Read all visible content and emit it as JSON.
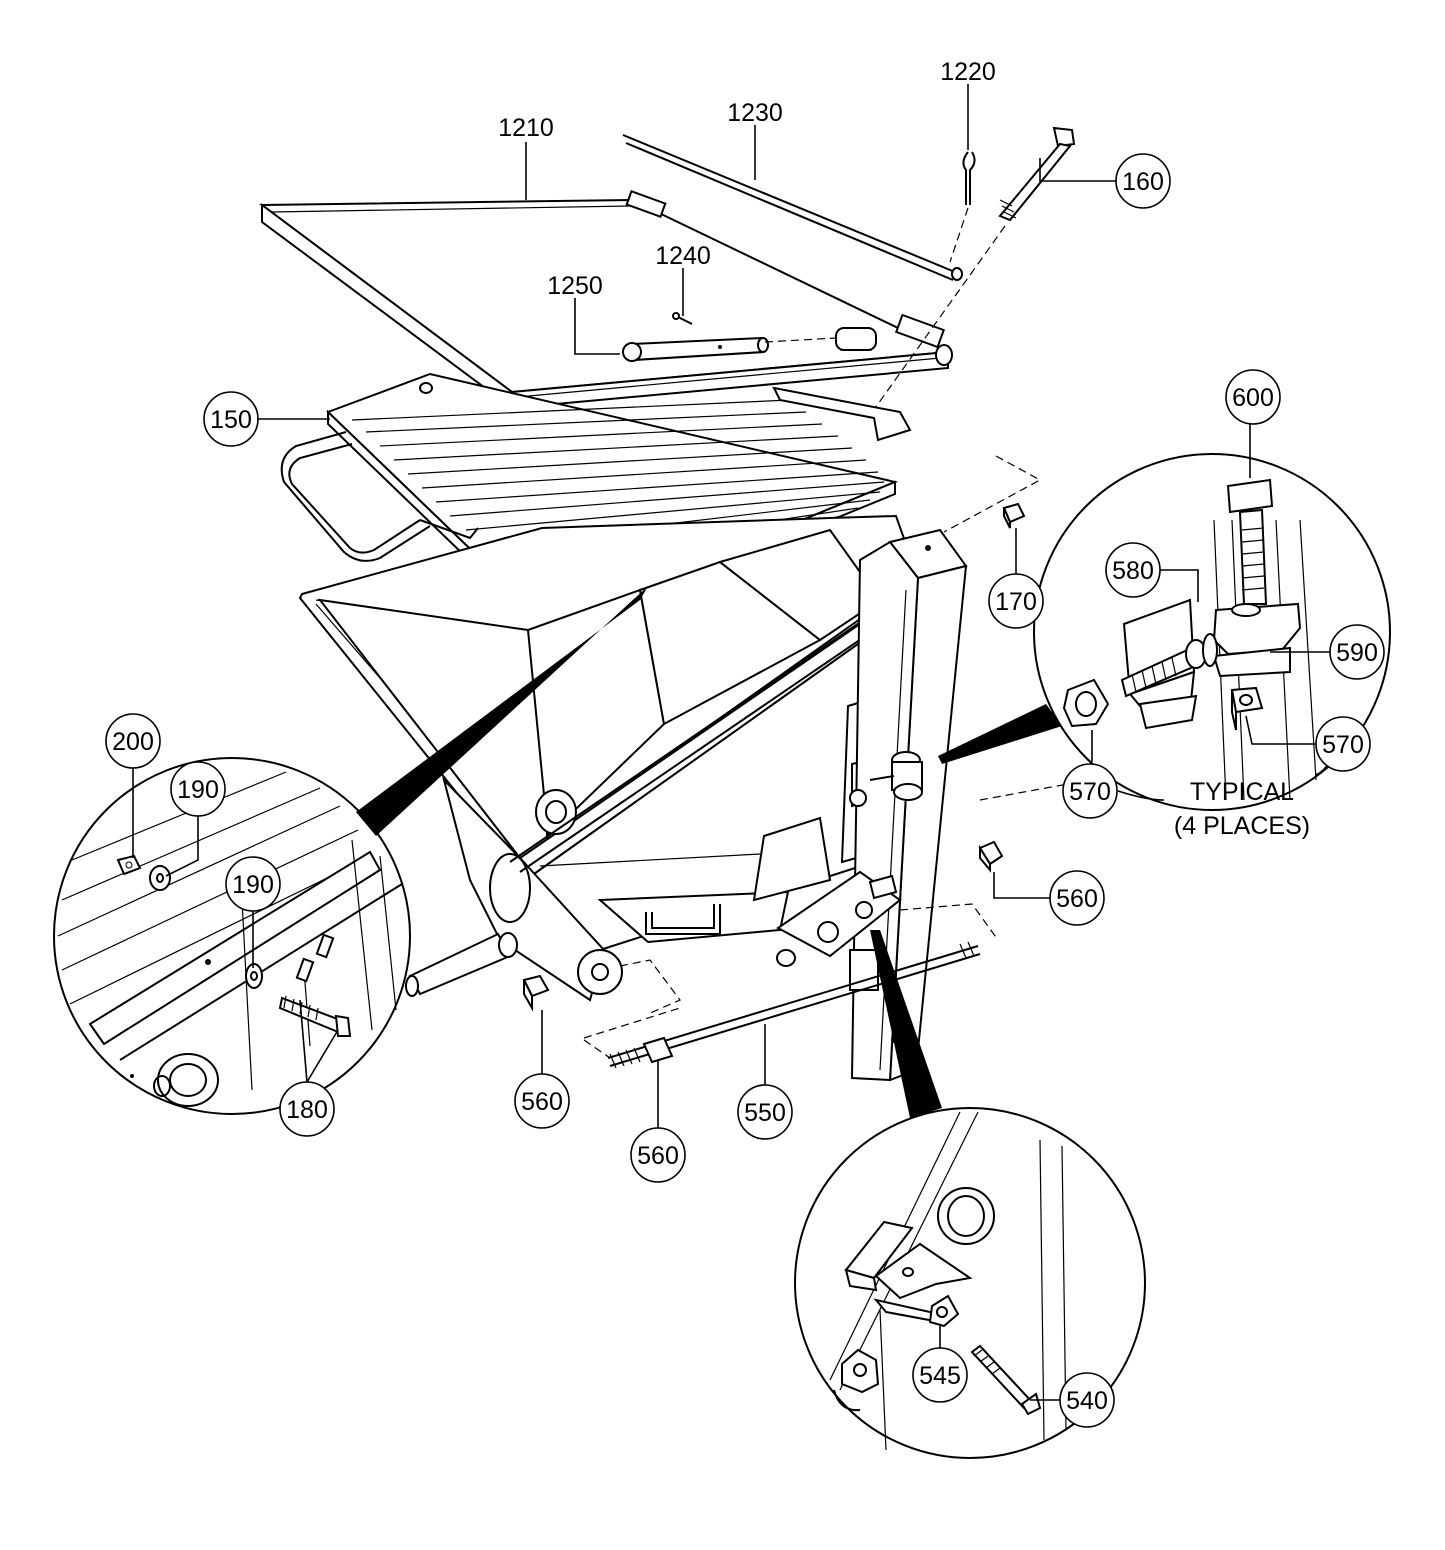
{
  "callouts": {
    "c1210": "1210",
    "c1230": "1230",
    "c1220": "1220",
    "c160": "160",
    "c1240": "1240",
    "c1250": "1250",
    "c150": "150",
    "c600": "600",
    "c580": "580",
    "c590": "590",
    "c570a": "570",
    "c570b": "570",
    "c170": "170",
    "c200": "200",
    "c190a": "190",
    "c190b": "190",
    "c180": "180",
    "c560a": "560",
    "c560b": "560",
    "c560c": "560",
    "c550": "550",
    "c545": "545",
    "c540": "540"
  },
  "note": {
    "line1": "TYPICAL",
    "line2": "(4 PLACES)"
  }
}
